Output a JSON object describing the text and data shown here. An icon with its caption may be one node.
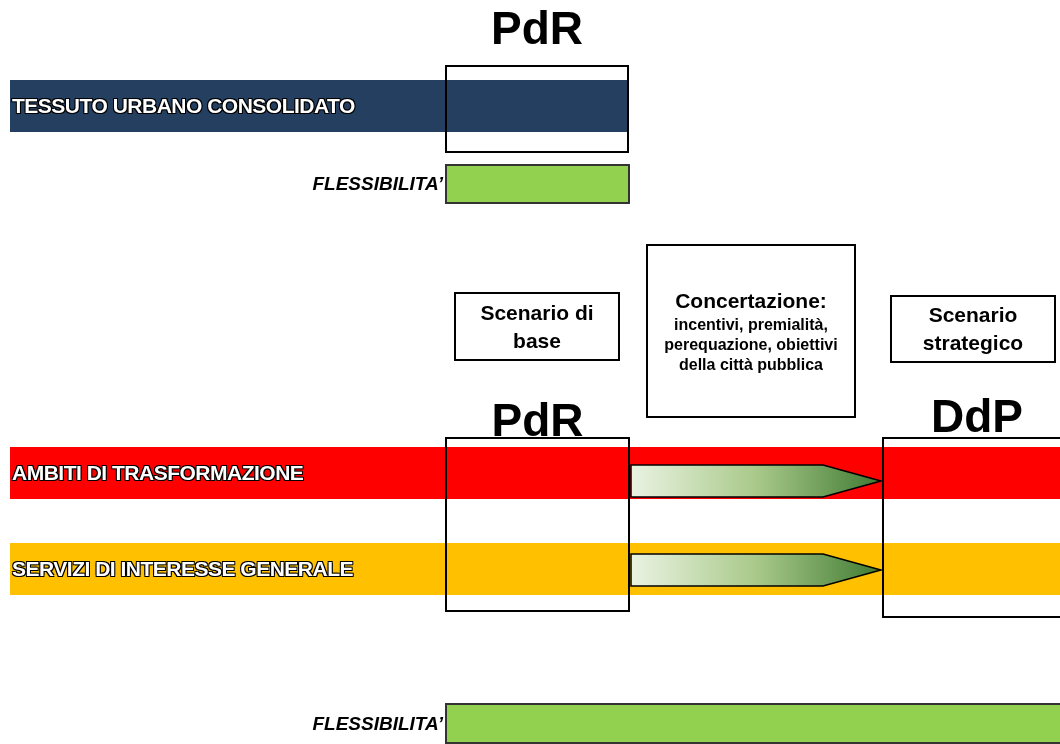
{
  "diagram": {
    "nodes": [
      {
        "text": [
          "PdR"
        ]
      },
      {
        "text": [
          "TESSUTO URBANO CONSOLIDATO"
        ]
      },
      {
        "text": [],
        "shape": "bar",
        "beside": [
          "FLESSIBILITA’"
        ]
      },
      {
        "text": [
          "Scenario di base"
        ]
      },
      {
        "text": [
          "Concertazione:",
          "incentivi, premialità, perequazione, obiettivi della città pubblica"
        ]
      },
      {
        "text": [
          "Scenario strategico"
        ]
      },
      {
        "text": [
          "PdR"
        ]
      },
      {
        "text": [
          "DdP"
        ]
      },
      {
        "text": [
          "AMBITI DI TRASFORMAZIONE"
        ]
      },
      {
        "text": [
          "SERVIZI DI INTERESSE GENERALE"
        ]
      },
      {
        "text": [],
        "shape": "bar",
        "beside": [
          "FLESSIBILITA’"
        ]
      }
    ],
    "edges": [
      {
        "from": 6,
        "to": 7,
        "arrow": "to"
      },
      {
        "from": 6,
        "to": 7,
        "arrow": "to"
      }
    ]
  }
}
